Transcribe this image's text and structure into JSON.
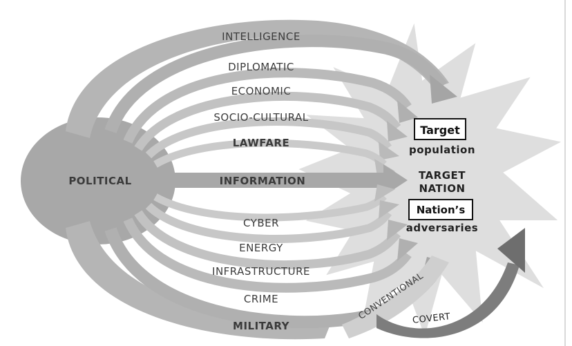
{
  "diagram": {
    "source": "POLITICAL",
    "center": "INFORMATION",
    "upper_instruments": [
      "INTELLIGENCE",
      "DIPLOMATIC",
      "ECONOMIC",
      "SOCIO-CULTURAL",
      "LAWFARE"
    ],
    "lower_instruments": [
      "CYBER",
      "ENERGY",
      "INFRASTRUCTURE",
      "CRIME",
      "MILITARY"
    ],
    "conventional": "CONVENTIONAL",
    "covert": "COVERT",
    "target": {
      "box1": "Target",
      "line1": "population",
      "nation_line1": "TARGET",
      "nation_line2": "NATION",
      "box2": "Nation’s",
      "line2": "adversaries"
    },
    "colors": {
      "arrow_dark": "#a6a6a6",
      "arrow_mid": "#b7b7b7",
      "burst": "#dedede",
      "covert": "#7a7a7a"
    }
  }
}
